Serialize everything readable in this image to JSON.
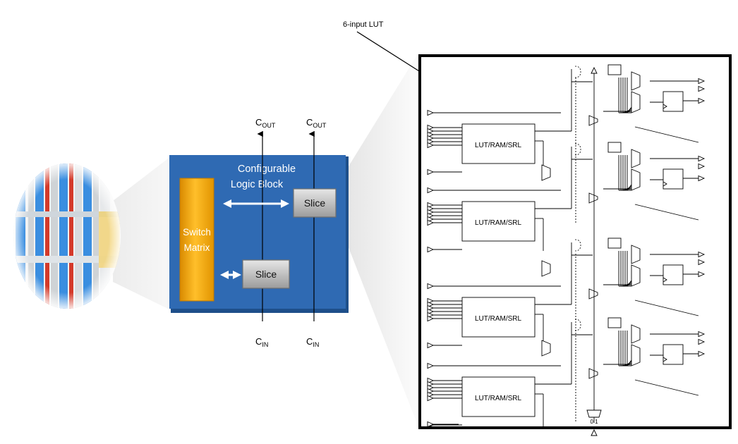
{
  "callout": {
    "label": "6-input LUT"
  },
  "clb": {
    "title_line1": "Configurable",
    "title_line2": "Logic Block",
    "switch_matrix_line1": "Switch",
    "switch_matrix_line2": "Matrix",
    "slice_upper": "Slice",
    "slice_lower": "Slice"
  },
  "carry": {
    "cout_main": "C",
    "cout_sub": "OUT",
    "cin_main": "C",
    "cin_sub": "IN"
  },
  "slice_detail": {
    "lut_labels": [
      "LUT/RAM/SRL",
      "LUT/RAM/SRL",
      "LUT/RAM/SRL",
      "LUT/RAM/SRL"
    ],
    "mux_select_label": "0 1"
  },
  "colors": {
    "clb_blue": "#2f6ab3",
    "switch_orange": "#f5a800",
    "slice_gray": "#b8b8b8",
    "wire_red": "#d43a2a",
    "wire_blue": "#3a8ee0"
  }
}
